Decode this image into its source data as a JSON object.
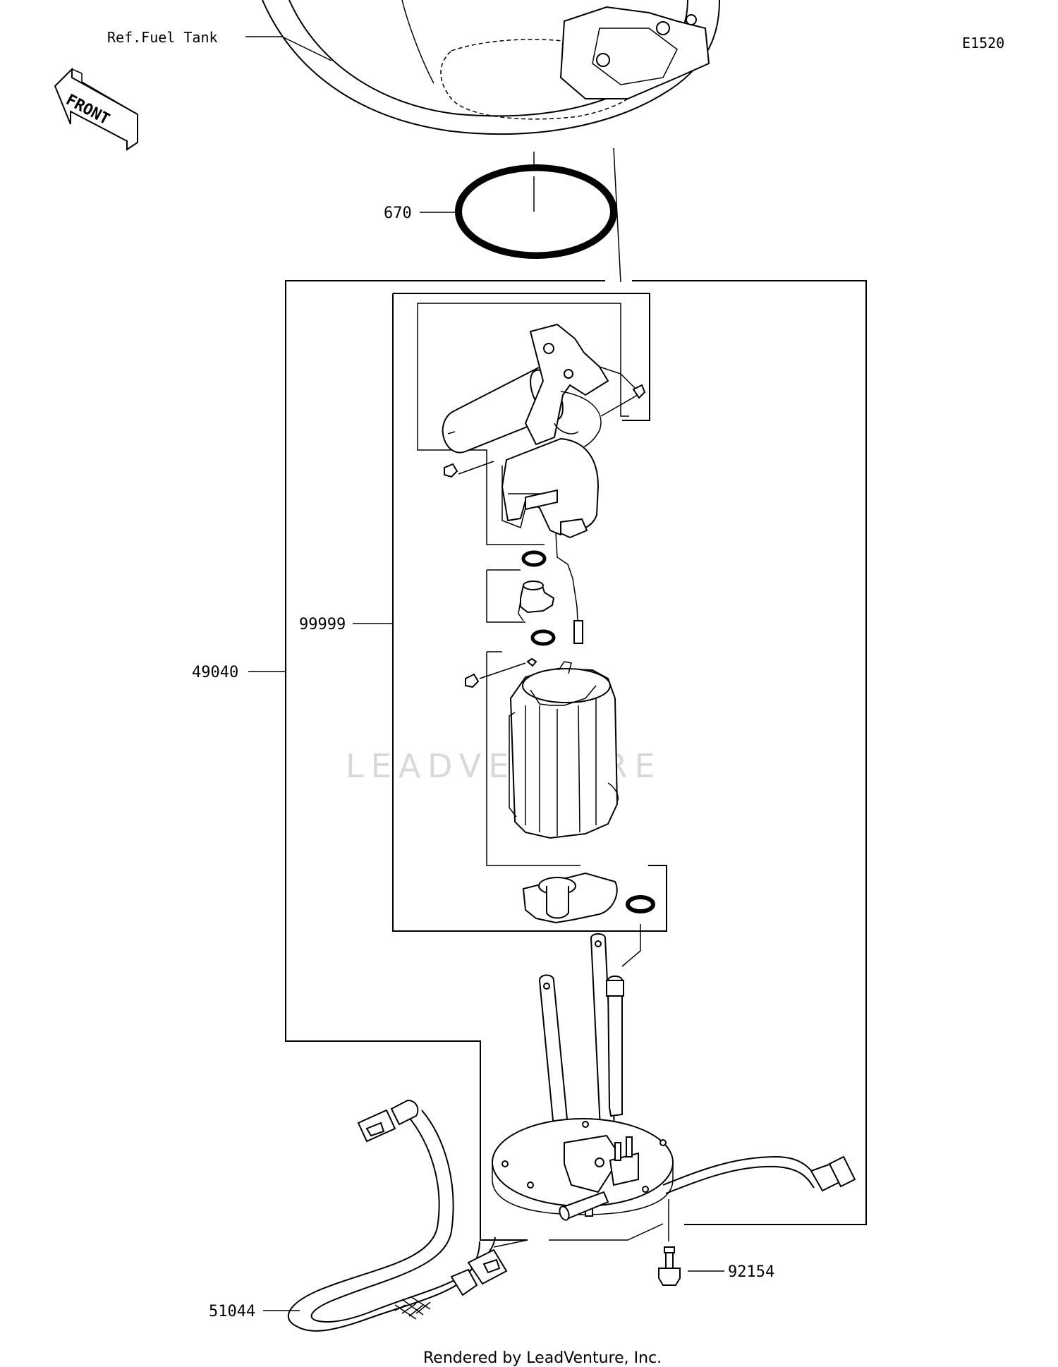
{
  "diagram_code": "E1520",
  "watermark": "LEADVENTURE",
  "footer": "Rendered by LeadVenture, Inc.",
  "front_label": "FRONT",
  "reference": "Ref.Fuel Tank",
  "callouts": {
    "gasket": "670",
    "pump_assembly": "49040",
    "pump_subassembly": "99999",
    "hose": "51044",
    "bolt": "92154"
  }
}
